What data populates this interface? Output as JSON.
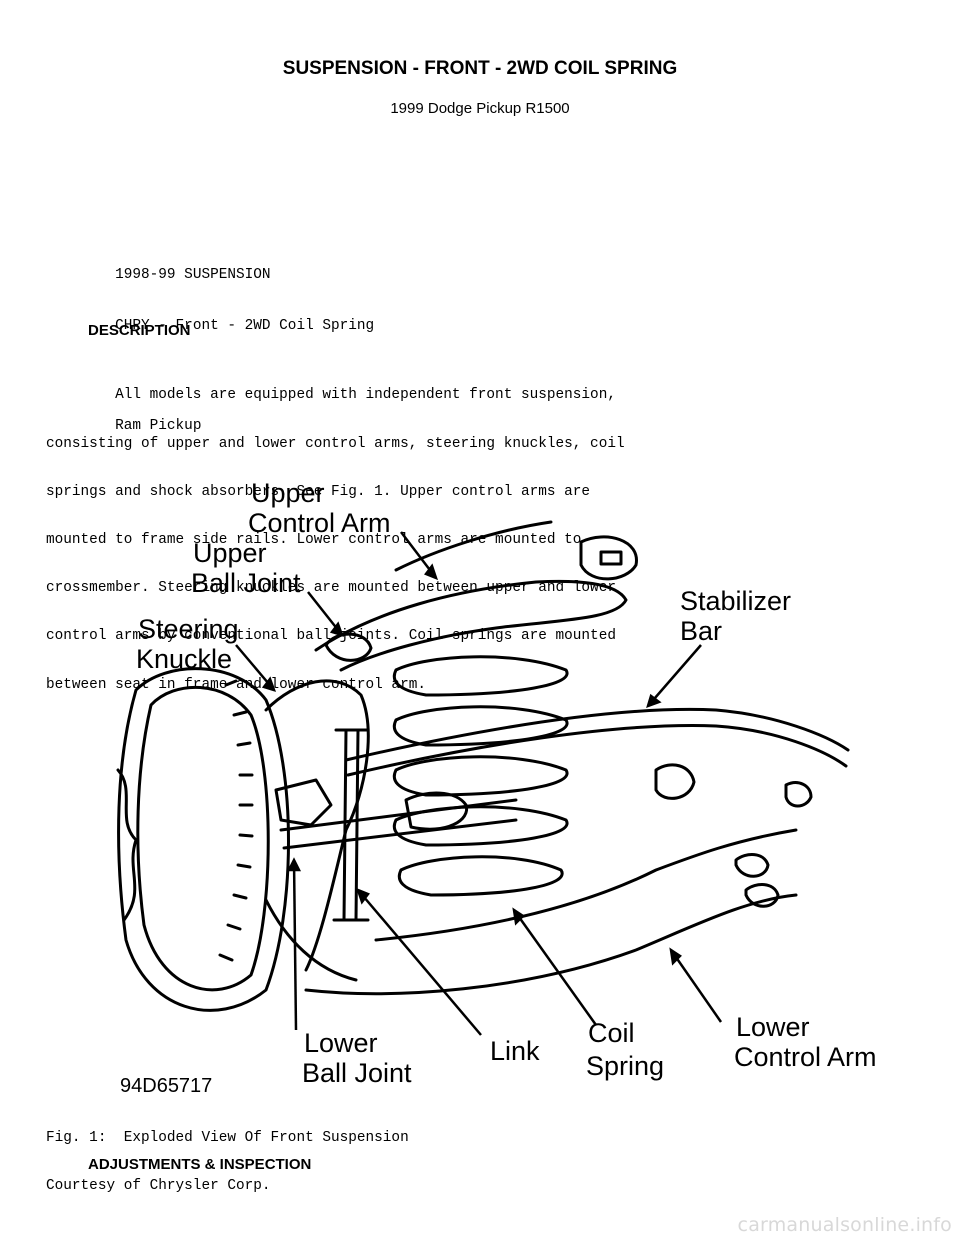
{
  "header": {
    "title": "SUSPENSION - FRONT - 2WD COIL SPRING",
    "subtitle": "1999 Dodge Pickup R1500"
  },
  "doc_header": {
    "lines": [
      "1998-99 SUSPENSION",
      "CHRY - Front - 2WD Coil Spring",
      "",
      "Ram Pickup"
    ]
  },
  "sections": {
    "description_heading": "DESCRIPTION",
    "description_lines": [
      "        All models are equipped with independent front suspension,",
      "consisting of upper and lower control arms, steering knuckles, coil",
      "springs and shock absorbers. See Fig. 1. Upper control arms are",
      "mounted to frame side rails. Lower control arms are mounted to",
      "crossmember. Steering knuckles are mounted between upper and lower",
      "control arms by conventional ball joints. Coil springs are mounted",
      "between seat in frame and lower control arm."
    ],
    "adjustments_heading": "ADJUSTMENTS & INSPECTION"
  },
  "figure": {
    "labels": {
      "upper_control_arm_1": "Upper",
      "upper_control_arm_2": "Control Arm",
      "upper_ball_joint_1": "Upper",
      "upper_ball_joint_2": "Ball Joint",
      "steering_knuckle_1": "Steering",
      "steering_knuckle_2": "Knuckle",
      "stabilizer_bar_1": "Stabilizer",
      "stabilizer_bar_2": "Bar",
      "lower_ball_joint_1": "Lower",
      "lower_ball_joint_2": "Ball Joint",
      "link": "Link",
      "coil_spring_1": "Coil",
      "coil_spring_2": "Spring",
      "lower_control_arm_1": "Lower",
      "lower_control_arm_2": "Control Arm"
    },
    "code": "94D65717",
    "caption": "Fig. 1:  Exploded View Of Front Suspension",
    "credit": "Courtesy of Chrysler Corp."
  },
  "watermark": "carmanualsonline.info"
}
